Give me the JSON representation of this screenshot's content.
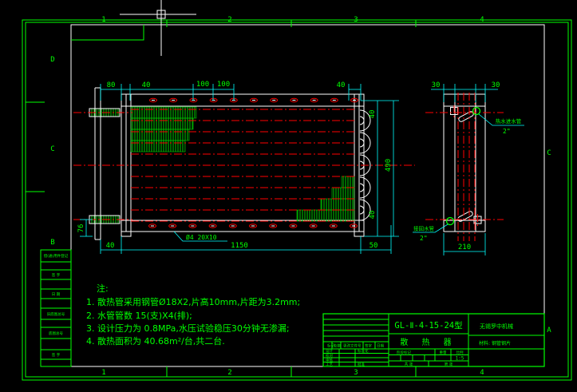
{
  "drawing": {
    "colors": {
      "frame_green": "#00ff00",
      "hatch_green": "#00cc00",
      "centerline_red": "#ff0000",
      "dimension_cyan": "#00ffff",
      "geometry_white": "#ffffff",
      "background": "#000000"
    },
    "zones": {
      "top": [
        "1",
        "2",
        "3",
        "4"
      ],
      "bottom": [
        "1",
        "2",
        "3",
        "4"
      ],
      "left": [
        "D",
        "C",
        "B"
      ],
      "right": [
        "C",
        "A"
      ]
    },
    "side_strip": {
      "labels": [
        "借(通)用件登记",
        "签 字",
        "日 期",
        "旧底图总号",
        "底图总号",
        "签 字"
      ]
    },
    "front_view": {
      "dim_80": "80",
      "dim_40_a": "40",
      "dim_100_a": "100",
      "dim_100_b": "100",
      "dim_40_top_right": "40",
      "dim_40_side_top": "40",
      "dim_490": "490",
      "dim_40_side_bottom": "40",
      "dim_40_bottom": "40",
      "dim_1150": "1150",
      "dim_50": "50",
      "dim_76": "76",
      "slot_note": "Ø4 20X10"
    },
    "side_view": {
      "dim_30_left": "30",
      "dim_30_right": "30",
      "dim_210": "210",
      "inlet_label": "热水进水管",
      "inlet_size": "2\"",
      "outlet_label": "接回水管",
      "outlet_size": "2\""
    },
    "notes": {
      "title": "注:",
      "items": [
        "1. 散热管采用钢管Ø18X2,片高10mm,片距为3.2mm;",
        "2. 水管管数 15(支)X4(排);",
        "3. 设计压力为 0.8MPa,水压试验稳压30分钟无渗漏;",
        "4. 散热面积为 40.68m²/台,共二台."
      ]
    },
    "title_block": {
      "model": "GL-Ⅱ-4-15-24型",
      "name": "散 热 器",
      "company": "无锡罗中机械",
      "material": "材料: 钢管钢片",
      "rev_header": [
        "标记",
        "处数",
        "更改文件号",
        "签字",
        "日期"
      ],
      "col_design": "设计",
      "col_check": "校对",
      "col_audit": "审核",
      "col_craft": "工艺",
      "col_std": "标准化",
      "col_approve": "批准",
      "stage": "阶段标记",
      "weight": "重量",
      "ratio_label": "比例",
      "ratio": "1:5",
      "total": "共 张",
      "page": "第 张"
    }
  }
}
